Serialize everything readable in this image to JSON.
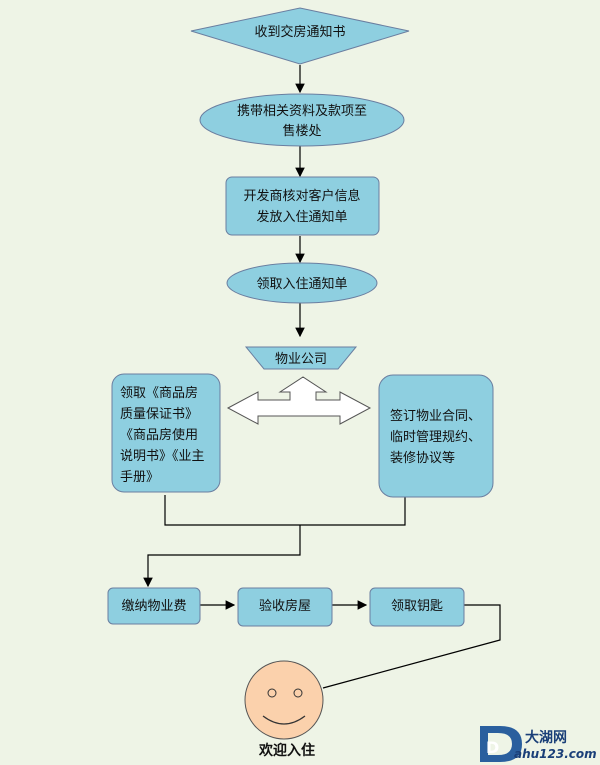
{
  "flow": {
    "step1": "收到交房通知书",
    "step2": {
      "line1": "携带相关资料及款项至",
      "line2": "售楼处"
    },
    "step3": {
      "line1": "开发商核对客户信息",
      "line2": "发放入住通知单"
    },
    "step4": "领取入住通知单",
    "step5": "物业公司",
    "left_box": {
      "line1": "领取《商品房",
      "line2": "质量保证书》",
      "line3": "《商品房使用",
      "line4": "说明书》《业主",
      "line5": "手册》"
    },
    "right_box": {
      "line1": "签订物业合同、",
      "line2": "临时管理规约、",
      "line3": "装修协议等"
    },
    "pay": "缴纳物业费",
    "inspect": "验收房屋",
    "keys": "领取钥匙",
    "welcome": "欢迎入住"
  },
  "watermark": {
    "brand": "大湖网",
    "url": "ahu123.com",
    "letter": "D"
  },
  "colors": {
    "shape_fill": "#8ecfe0",
    "shape_stroke": "#6a7ea0",
    "line": "#000000",
    "face_fill": "#fbd1ac"
  }
}
